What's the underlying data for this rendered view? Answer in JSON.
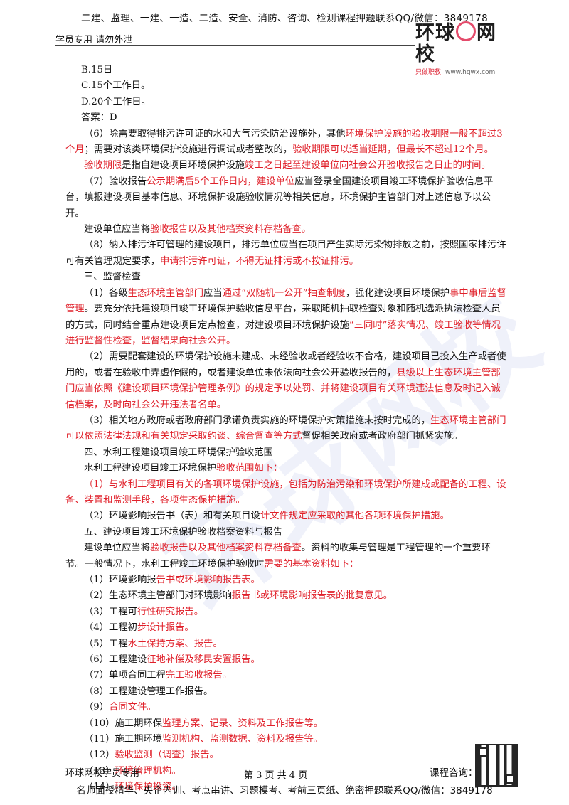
{
  "banner_top": "二建、监理、一建、一造、二造、安全、消防、咨询、检测课程押题联系QQ/微信：3849178",
  "header_left": "学员专用 请勿外泄",
  "logo": {
    "part1": "环球",
    "part2": "网校",
    "slogan": "只做职教",
    "url": "www.hqwx.com"
  },
  "watermark": "环球网校",
  "body": {
    "opt_b": "B.15日",
    "opt_c": "C.15个工作日。",
    "opt_d": "D.20个工作日。",
    "answer": "答案：D",
    "p6_a": "（6）除需要取得排污许可证的水和大气污染防治设施外，其他",
    "p6_red1": "环境保护设施的验收期限一般不超过3个月",
    "p6_b": "；需要对该类环境保护设施进行调试或者整改的，",
    "p6_red2": "验收期限可以适当延期，但最长不超过12个月。",
    "p6d_red1": "验收期限",
    "p6d_a": "是指自建设项目环境保护设施",
    "p6d_red2": "竣工之日起至建设单位向社会公开验收报告之日止的时间。",
    "p7_a": "（7）验收报告",
    "p7_red1": "公示期满后5个工作日内，建设单位",
    "p7_b": "应当登录全国建设项目竣工环境保护验收信息平台，填报建设项目基本信息、环境保护设施验收情况等相关信息，环境保护主管部门对上述信息予以公开。",
    "p7b_a": "建设单位应当将",
    "p7b_red": "验收报告以及其他档案资料存档备查。",
    "p8_a": "（8）纳入排污许可管理的建设项目，排污单位应当在项目产生实际污染物排放之前，按照国家排污许可有关管理规定要求，",
    "p8_red": "申请排污许可证，不得无证排污或不按证排污。",
    "sec3": "三、监督检查",
    "s3p1_a": "（1）各级",
    "s3p1_red1": "生态环境主管部门",
    "s3p1_b": "应当",
    "s3p1_red2": "通过“双随机一公开”抽查制度",
    "s3p1_c": "，强化建设项目环境保护",
    "s3p1_red3": "事中事后监督管理",
    "s3p1_d": "。要充分依托建设项目竣工环境保护验收信息平台，采取随机抽取检查对象和随机选派执法检查人员的方式，同时结合重点建设项目定点检查，对建设项目环境保护设施",
    "s3p1_red4": "“三同时”落实情况、竣工验收等情况进行监督性检查，监督结果向社会公开。",
    "s3p2_a": "（2）需要配套建设的环境保护设施未建成、未经验收或者经验收不合格，建设项目已投入生产或者使用的，或者在验收中弄虚作假的，或者建设单位未依法向社会公开验收报告的，",
    "s3p2_red": "县级以上生态环境主管部门应当依照《建设项目环境保护管理条例》的规定予以处罚、并将建设项目有关环境违法信息及时记入诚信档案，及时向社会公开违法者名单。",
    "s3p3_a": "（3）相关地方政府或者政府部门承诺负责实施的环境保护对策措施未按时完成的，",
    "s3p3_red": "生态环境主管部门可以依照法律法规和有关规定采取约谈、综合督查等方式",
    "s3p3_b": "督促相关政府或者政府部门抓紧实施。",
    "sec4": "四、水利工程建设项目竣工环境保护验收范围",
    "s4_intro_a": "水利工程建设项目竣工环境保护",
    "s4_intro_red": "验收范围如下：",
    "s4_i1_red": "（1）与水利工程项目有关的各项环境保护设施，包括为防治污染和环境保护所建成或配备的工程、设备、装置和监测手段，各项生态保护措施。",
    "s4_i2_a": "（2）环境影响报告书（表）和有关项目设",
    "s4_i2_red": "计文件规定应采取的其他各项环境保护措施。",
    "sec5": "五、建设项目竣工环境保护验收档案资料与报告",
    "s5p_a": "建设单位应当将",
    "s5p_red1": "验收报告以及其他档案资料存档备查",
    "s5p_b": "。资料的收集与管理是工程管理的一个重要环节。一般情况下，水利工程竣工环境保护验收时",
    "s5p_red2": "需要的基本资料如下：",
    "list": [
      {
        "a": "（1）环境影响报",
        "red": "告书或环境影响报告表。"
      },
      {
        "a": "（2）生态环境主管部门对环境影响",
        "red": "报告书或环境影响报告表的批复意见。"
      },
      {
        "a": "（3）工程可",
        "red": "行性研究报告。"
      },
      {
        "a": "（4）工程初",
        "red": "步设计报告。"
      },
      {
        "a": "（5）工程",
        "red": "水土保持方案、报告。"
      },
      {
        "a": "（6）工程建设",
        "red": "征地补偿及移民安置报告。"
      },
      {
        "a": "（7）单项合同工程",
        "red": "完工验收报告。"
      },
      {
        "a": "（8）工程建设管理工作报告。",
        "red": ""
      },
      {
        "a": "（9）",
        "red": "合同文件。"
      },
      {
        "a": "（10）施工期环保",
        "red": "监理方案、记录、资料及工作报告等。"
      },
      {
        "a": "（11）施工期环境",
        "red": "监测机构、监测数据、资料及报告等。"
      },
      {
        "a": "（12）",
        "red": "验收监测（调查）报告。"
      },
      {
        "a": "（13）",
        "red": "环境管理机构。"
      },
      {
        "a": "（14）",
        "red": "环境保护投资。"
      }
    ]
  },
  "footer": {
    "left": "环球网校学员专用",
    "page": "第 3 页 共 4 页",
    "consult": "课程咨询：",
    "bottom": "名师面授精华、央企内训、考点串讲、习题模考、考前三页纸、绝密押题联系QQ/微信：3849178"
  },
  "colors": {
    "highlight": "#e0202a",
    "logo_accent": "#e44b6b"
  },
  "icons": [
    "qr-code-icon"
  ]
}
